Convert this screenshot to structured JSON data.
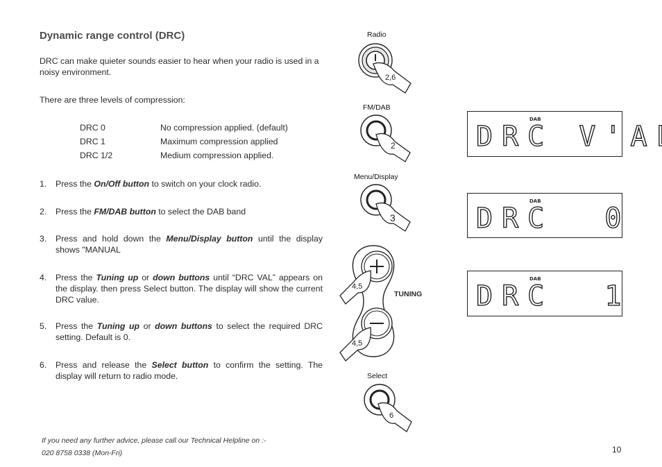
{
  "title": "Dynamic range control (DRC)",
  "intro": "DRC can make quieter sounds easier to hear when your radio is used in a noisy environment.",
  "levels_intro": "There are three levels of compression:",
  "levels": [
    {
      "name": "DRC 0",
      "desc": "No compression applied. (default)"
    },
    {
      "name": "DRC 1",
      "desc": "Maximum compression applied"
    },
    {
      "name": "DRC 1/2",
      "desc": "Medium compression applied."
    }
  ],
  "steps": [
    {
      "num": "1.",
      "pre": "Press the ",
      "bold": "On/Off button",
      "post": " to switch on your clock radio."
    },
    {
      "num": "2.",
      "pre": "Press the ",
      "bold": "FM/DAB button",
      "post": " to select the DAB band"
    },
    {
      "num": "3.",
      "pre": "Press and hold down the ",
      "bold": "Menu/Display button",
      "post": " until the display shows \"MANUAL"
    },
    {
      "num": "4.",
      "pre": "Press the ",
      "bold": "Tuning up",
      "mid": " or ",
      "bold2": "down buttons",
      "post": " until “DRC VAL” appears on the display. then press Select button. The display will show the current DRC value."
    },
    {
      "num": "5.",
      "pre": "Press the ",
      "bold": "Tuning up",
      "mid": " or ",
      "bold2": "down buttons",
      "post": " to select the required DRC setting. Default is 0."
    },
    {
      "num": "6.",
      "pre": "Press and release the ",
      "bold": "Select button",
      "post": " to confirm the setting. The display will return to radio mode."
    }
  ],
  "footer": {
    "line1": "If you need any further advice, please call our Technical Helpline on :-",
    "line2": "020 8758 0338 (Mon-Fri)"
  },
  "page_number": "10",
  "buttons": [
    {
      "label": "Radio",
      "step": "2,6",
      "icon": "power-icon"
    },
    {
      "label": "FM/DAB",
      "step": "2",
      "icon": "round-button-icon"
    },
    {
      "label": "Menu/Display",
      "step": "3",
      "icon": "round-button-icon"
    },
    {
      "label": "Select",
      "step": "6",
      "icon": "round-button-icon"
    }
  ],
  "tuning": {
    "label": "TUNING",
    "up_step": "4,5",
    "down_step": "4,5"
  },
  "displays": [
    {
      "band": "DAB",
      "text": "DRC V'AL"
    },
    {
      "band": "DAB",
      "text": "DRC  0"
    },
    {
      "band": "DAB",
      "text": "DRC  1"
    }
  ]
}
